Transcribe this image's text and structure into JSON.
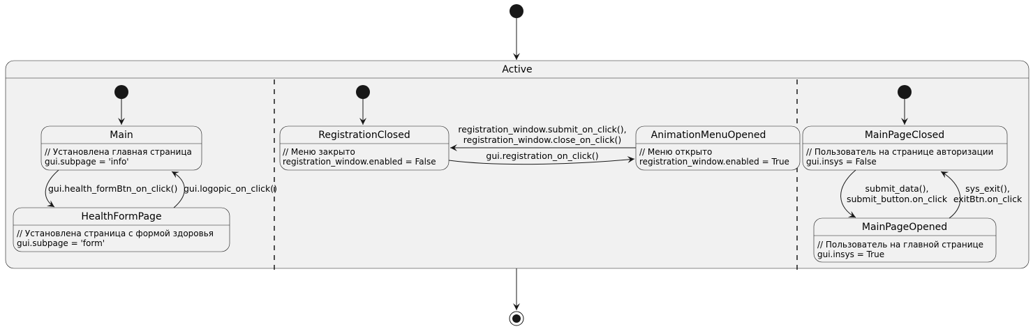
{
  "composite": {
    "title": "Active"
  },
  "states": {
    "main": {
      "title": "Main",
      "desc": [
        "// Установлена главная страница",
        "gui.subpage = 'info'"
      ]
    },
    "health": {
      "title": "HealthFormPage",
      "desc": [
        "// Установлена страница с формой здоровья",
        "gui.subpage = 'form'"
      ]
    },
    "regclosed": {
      "title": "RegistrationClosed",
      "desc": [
        "// Меню закрыто",
        "registration_window.enabled = False"
      ]
    },
    "animopen": {
      "title": "AnimationMenuOpened",
      "desc": [
        "// Меню открыто",
        "registration_window.enabled = True"
      ]
    },
    "mpclosed": {
      "title": "MainPageClosed",
      "desc": [
        "// Пользователь на странице авторизации",
        "gui.insys = False"
      ]
    },
    "mpopened": {
      "title": "MainPageOpened",
      "desc": [
        "// Пользователь на главной странице",
        "gui.insys = True"
      ]
    }
  },
  "transitions": {
    "main_to_health": "gui.health_formBtn_on_click()",
    "health_to_main": "gui.logopic_on_click()",
    "anim_to_reg": [
      "registration_window.submit_on_click(),",
      "registration_window.close_on_click()"
    ],
    "reg_to_anim": "gui.registration_on_click()",
    "closed_to_opened": [
      "submit_data(),",
      "submit_button.on_click"
    ],
    "opened_to_closed": [
      "sys_exit(),",
      "exitBtn.on_click"
    ]
  }
}
